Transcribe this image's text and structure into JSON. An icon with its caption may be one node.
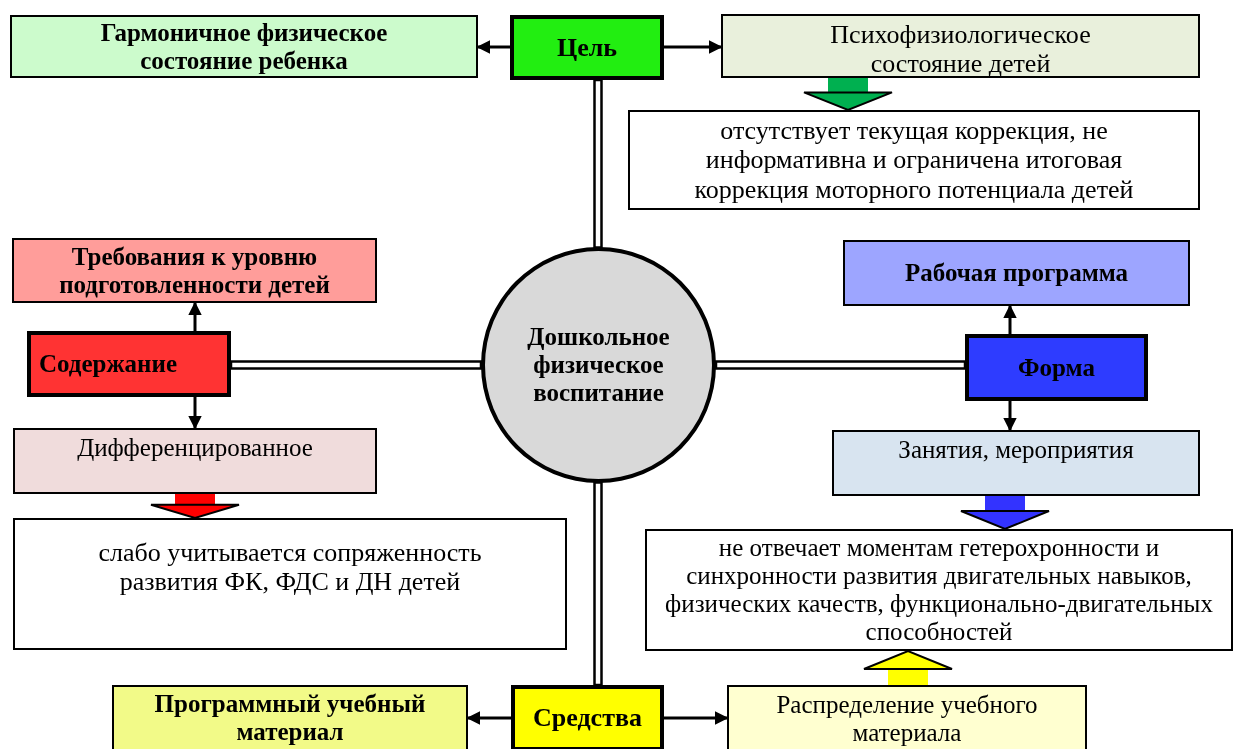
{
  "diagram": {
    "nodes": [
      {
        "text": [
          "Дошкольное физическое воспитание"
        ]
      },
      {
        "text": [
          "Цель"
        ]
      },
      {
        "text": [
          "Гармоничное физическое состояние ребенка"
        ]
      },
      {
        "text": [
          "Психофизиологическое состояние детей"
        ]
      },
      {
        "text": [
          "отсутствует текущая коррекция, не информативна и ограничена итоговая коррекция моторного потенциала детей"
        ]
      },
      {
        "text": [
          "Требования к уровню подготовленности детей"
        ]
      },
      {
        "text": [
          "Содержание"
        ]
      },
      {
        "text": [
          "Дифференцированное"
        ]
      },
      {
        "text": [
          "слабо учитывается сопряженность развития ФК, ФДС и ДН детей"
        ]
      },
      {
        "text": [
          "Рабочая программа"
        ]
      },
      {
        "text": [
          "Форма"
        ]
      },
      {
        "text": [
          "Занятия, мероприятия"
        ]
      },
      {
        "text": [
          "не отвечает моментам гетерохронности и синхронности развития двигательных навыков, физических качеств, функционально-двигательных способностей"
        ]
      },
      {
        "text": [
          "Средства"
        ]
      },
      {
        "text": [
          "Программный учебный материал"
        ]
      },
      {
        "text": [
          "Распределение учебного материала"
        ]
      }
    ],
    "edges": [
      {
        "from": 0,
        "to": 1,
        "arrow": "none",
        "style": "thick"
      },
      {
        "from": 0,
        "to": 6,
        "arrow": "none",
        "style": "thick"
      },
      {
        "from": 0,
        "to": 10,
        "arrow": "none",
        "style": "thick"
      },
      {
        "from": 0,
        "to": 13,
        "arrow": "none",
        "style": "thick"
      },
      {
        "from": 1,
        "to": 2,
        "arrow": "to"
      },
      {
        "from": 1,
        "to": 3,
        "arrow": "to"
      },
      {
        "from": 3,
        "to": 4,
        "arrow": "to",
        "style": "thick",
        "color": "#00b050"
      },
      {
        "from": 6,
        "to": 5,
        "arrow": "to"
      },
      {
        "from": 6,
        "to": 7,
        "arrow": "to"
      },
      {
        "from": 7,
        "to": 8,
        "arrow": "to",
        "style": "thick",
        "color": "#ff0000"
      },
      {
        "from": 10,
        "to": 9,
        "arrow": "to"
      },
      {
        "from": 10,
        "to": 11,
        "arrow": "to"
      },
      {
        "from": 11,
        "to": 12,
        "arrow": "to",
        "style": "thick",
        "color": "#3333ff"
      },
      {
        "from": 15,
        "to": 12,
        "arrow": "to",
        "style": "thick",
        "color": "#ffff00"
      },
      {
        "from": 13,
        "to": 14,
        "arrow": "to"
      },
      {
        "from": 13,
        "to": 15,
        "arrow": "to"
      }
    ]
  }
}
